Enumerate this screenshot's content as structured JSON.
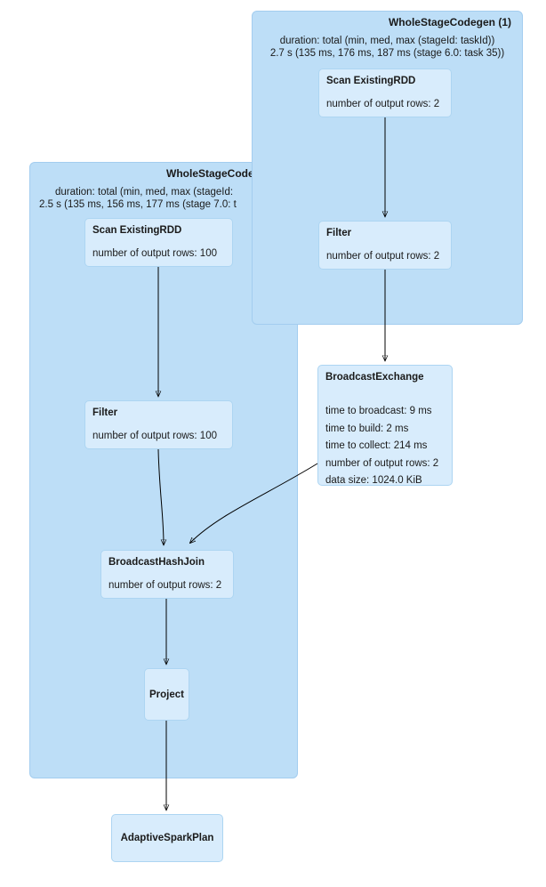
{
  "colors": {
    "cluster_fill": "#bddef7",
    "cluster_border": "#a3cdef",
    "node_fill": "#d8ecfc",
    "node_border": "#add5f2",
    "text": "#1a1a1a",
    "edge": "#000000"
  },
  "clusters": {
    "wsc1": {
      "label": "WholeStageCodegen (1)",
      "duration_line1": "duration: total (min, med, max (stageId: taskId))",
      "duration_line2": "2.7 s (135 ms, 176 ms, 187 ms (stage 6.0: task 35))"
    },
    "wsc2": {
      "label": "WholeStageCode",
      "duration_line1": "duration: total (min, med, max (stageId:",
      "duration_line2": "2.5 s (135 ms, 156 ms, 177 ms (stage 7.0: t"
    }
  },
  "nodes": {
    "scan1": {
      "title": "Scan ExistingRDD",
      "metrics": [
        "number of output rows: 2"
      ]
    },
    "filter1": {
      "title": "Filter",
      "metrics": [
        "number of output rows: 2"
      ]
    },
    "broadcast_exchange": {
      "title": "BroadcastExchange",
      "metrics": [
        "time to broadcast: 9 ms",
        "time to build: 2 ms",
        "time to collect: 214 ms",
        "number of output rows: 2",
        "data size: 1024.0 KiB"
      ]
    },
    "scan2": {
      "title": "Scan ExistingRDD",
      "metrics": [
        "number of output rows: 100"
      ]
    },
    "filter2": {
      "title": "Filter",
      "metrics": [
        "number of output rows: 100"
      ]
    },
    "broadcast_hash_join": {
      "title": "BroadcastHashJoin",
      "metrics": [
        "number of output rows: 2"
      ]
    },
    "project": {
      "title": "Project",
      "metrics": []
    },
    "adaptive_spark_plan": {
      "title": "AdaptiveSparkPlan",
      "metrics": []
    }
  },
  "edges": [
    {
      "from": "scan1",
      "to": "filter1"
    },
    {
      "from": "filter1",
      "to": "broadcast_exchange"
    },
    {
      "from": "broadcast_exchange",
      "to": "broadcast_hash_join"
    },
    {
      "from": "scan2",
      "to": "filter2"
    },
    {
      "from": "filter2",
      "to": "broadcast_hash_join"
    },
    {
      "from": "broadcast_hash_join",
      "to": "project"
    },
    {
      "from": "project",
      "to": "adaptive_spark_plan"
    }
  ]
}
